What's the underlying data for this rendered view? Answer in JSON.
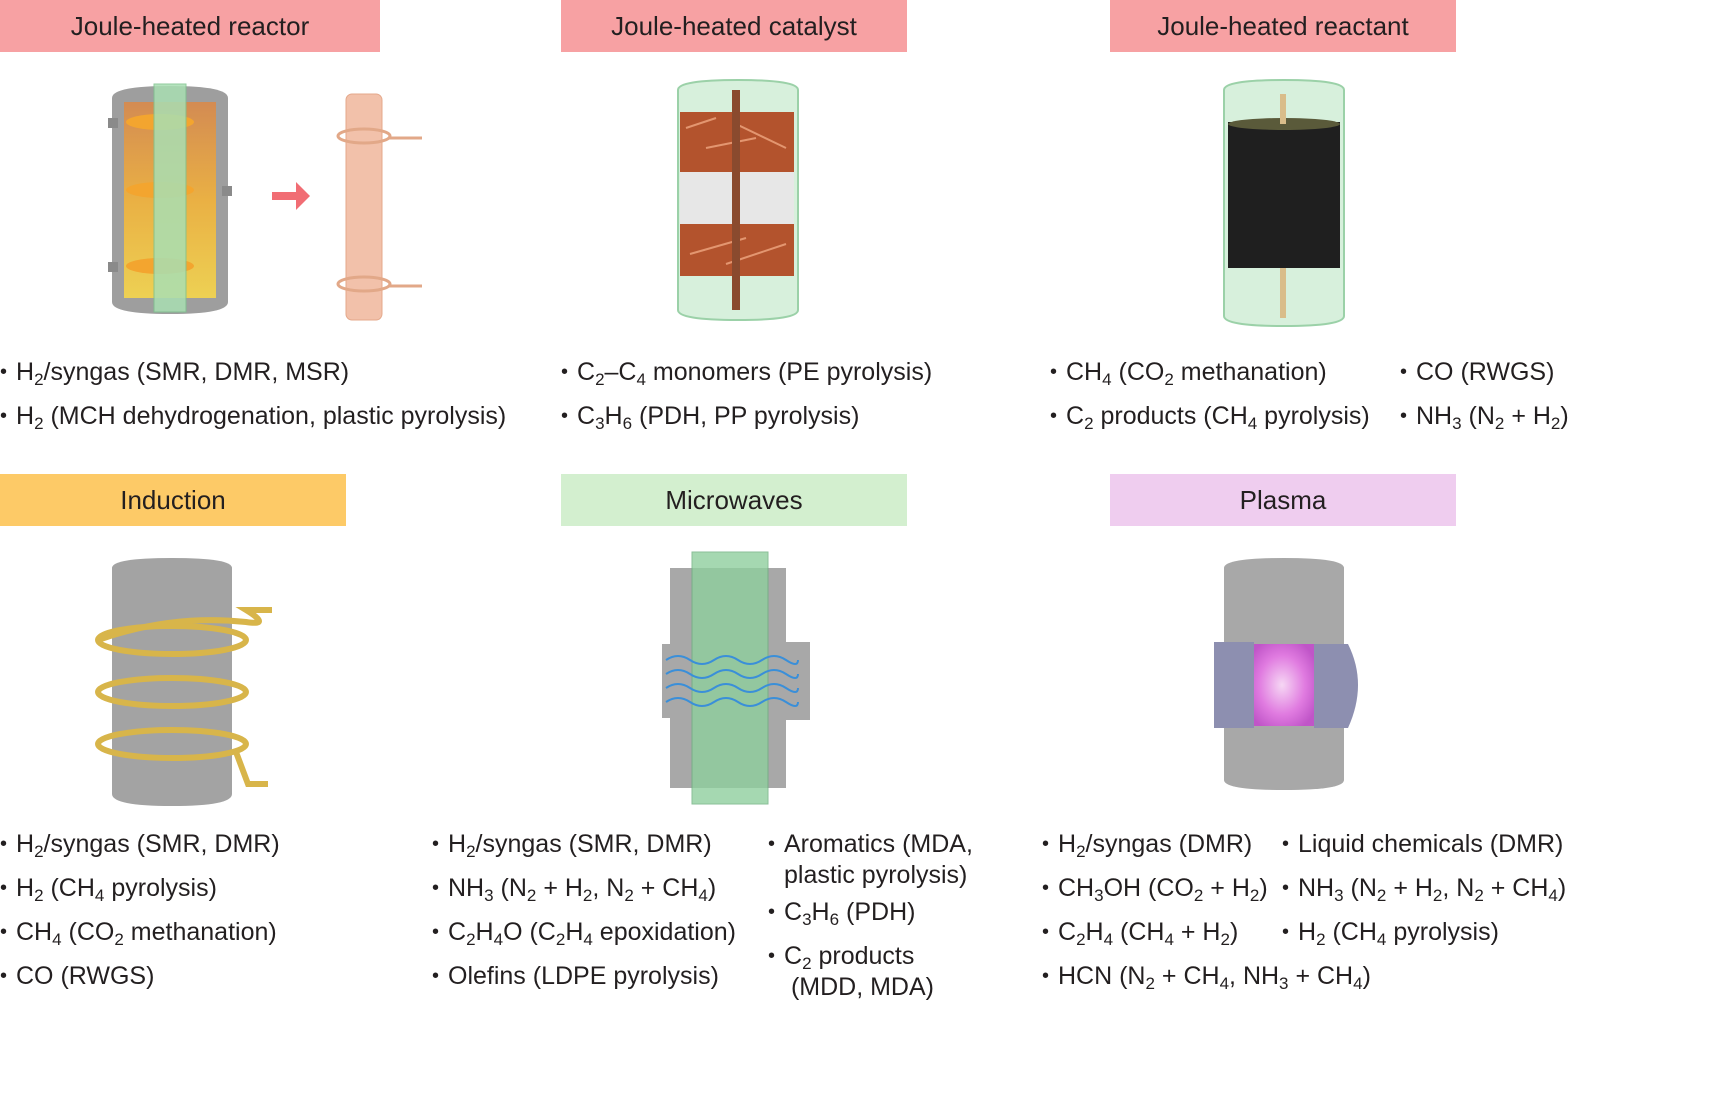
{
  "panels": [
    {
      "id": "reactor",
      "label": "Joule-heated reactor",
      "color": "#f7a1a3"
    },
    {
      "id": "catalyst",
      "label": "Joule-heated catalyst",
      "color": "#f7a1a3"
    },
    {
      "id": "reactant",
      "label": "Joule-heated reactant",
      "color": "#f7a1a3"
    },
    {
      "id": "induction",
      "label": "Induction",
      "color": "#fdca67"
    },
    {
      "id": "microwaves",
      "label": "Microwaves",
      "color": "#d3efcf"
    },
    {
      "id": "plasma",
      "label": "Plasma",
      "color": "#efcdef"
    }
  ],
  "applications": {
    "reactor": [
      "• H2/syngas (SMR, DMR, MSR)",
      "• H2 (MCH dehydrogenation, plastic pyrolysis)"
    ],
    "catalyst": [
      "• C2–C4 monomers (PE pyrolysis)",
      "• C3H6 (PDH, PP pyrolysis)"
    ],
    "reactant_left": [
      "• CH4 (CO2 methanation)",
      "• C2 products (CH4 pyrolysis)"
    ],
    "reactant_right": [
      "• CO (RWGS)",
      "• NH3 (N2 + H2)"
    ],
    "induction": [
      "• H2/syngas (SMR, DMR)",
      "• H2 (CH4 pyrolysis)",
      "• CH4 (CO2 methanation)",
      "• CO (RWGS)"
    ],
    "microwaves_left": [
      "• H2/syngas (SMR, DMR)",
      "• NH3 (N2 + H2, N2 + CH4)",
      "• C2H4O (C2H4 epoxidation)",
      "• Olefins (LDPE pyrolysis)"
    ],
    "microwaves_right": [
      "• Aromatics (MDA, plastic pyrolysis)",
      "• C3H6 (PDH)",
      "• C2 products (MDD, MDA)"
    ],
    "plasma_left": [
      "• H2/syngas (DMR)",
      "• CH3OH (CO2 + H2)",
      "• C2H4 (CH4 + H2)",
      "• HCN (N2 + CH4, NH3 + CH4)"
    ],
    "plasma_right": [
      "• Liquid chemicals (DMR)",
      "• NH3 (N2 + H2, N2 + CH4)",
      "• H2 (CH4 pyrolysis)"
    ]
  },
  "colors": {
    "joule": "#f7a1a3",
    "induction": "#fdca67",
    "microwaves": "#d3efcf",
    "plasma": "#efcdef",
    "arrow": "#f16d74",
    "coil": "#d8b54a",
    "wave": "#3a8fd9"
  },
  "icons": [
    "arrow-right-icon"
  ]
}
